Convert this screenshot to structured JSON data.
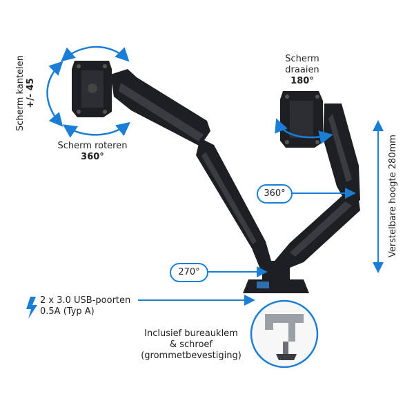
{
  "labels": {
    "tilt_line1": "Scherm kantelen",
    "tilt_line2": "+/- 45",
    "rotate_line1": "Scherm roteren",
    "rotate_line2": "360°",
    "swivel_line1": "Scherm",
    "swivel_line2": "draaien",
    "swivel_line3": "180°",
    "height_label": "Verstelbare hoogte 280mm",
    "joint_360": "360°",
    "joint_270": "270°",
    "usb_line1": "2 x 3.0 USB-poorten",
    "usb_line2": "0.5A (Typ A)",
    "clamp_line1": "Inclusief bureauklem",
    "clamp_line2": "& schroef",
    "clamp_line3": "(grommetbevestiging)"
  },
  "colors": {
    "accent": "#1a7ed6",
    "arm": "#1e1f22",
    "arm_highlight": "#3a3c41",
    "text": "#222222"
  },
  "icons": {
    "usb_power": "lightning-bolt-icon"
  }
}
